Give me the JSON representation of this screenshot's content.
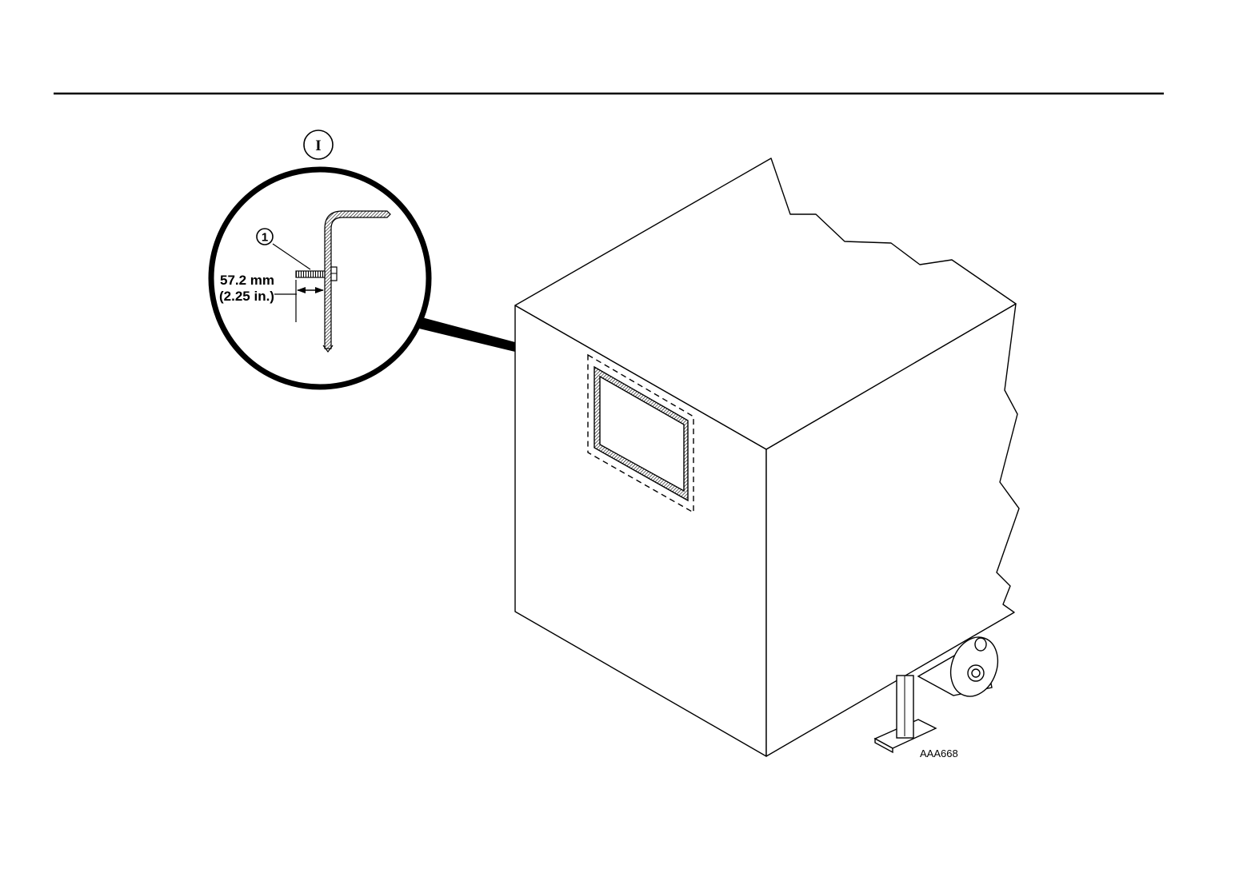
{
  "figure": {
    "figure_id": "AAA668",
    "detail_view": {
      "view_label": "I",
      "callout_number": "1",
      "dimension_metric": "57.2 mm",
      "dimension_imperial": "(2.25 in.)"
    }
  }
}
